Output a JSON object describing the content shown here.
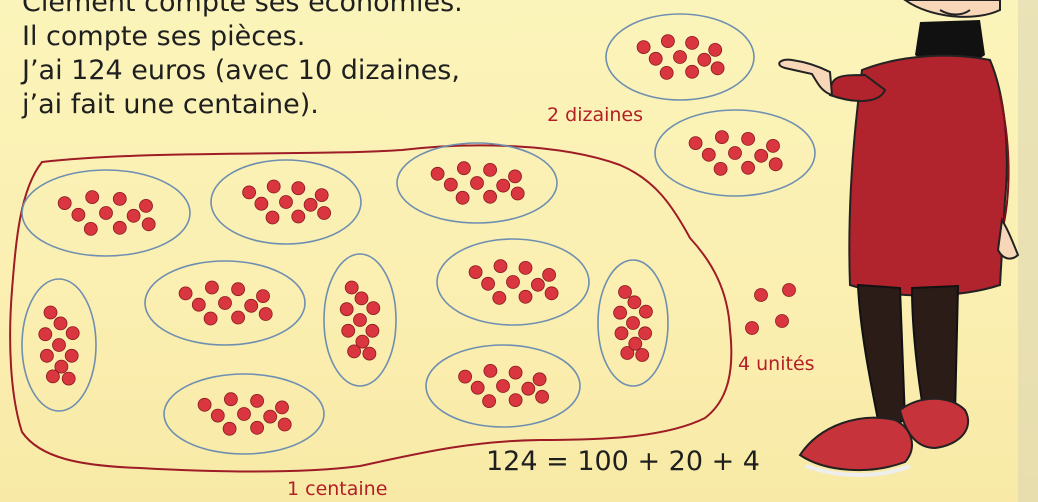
{
  "text": {
    "lines": [
      "Clément compte ses économies.",
      "Il compte ses pièces.",
      "J’ai 124 euros (avec 10 dizaines,",
      "j’ai fait une centaine)."
    ]
  },
  "labels": {
    "dizaines": "2 dizaines",
    "unites": "4 unités",
    "centaine": "1 centaine"
  },
  "equation": "124 = 100 + 20 + 4",
  "colors": {
    "background": "#fbf4ba",
    "accent_text": "#b41e25",
    "group_outline": "#6f8fb0",
    "coin": "#d9363f"
  },
  "icons": {
    "coin": "red-dot-coin",
    "character": "cartoon-boy-pointing"
  }
}
